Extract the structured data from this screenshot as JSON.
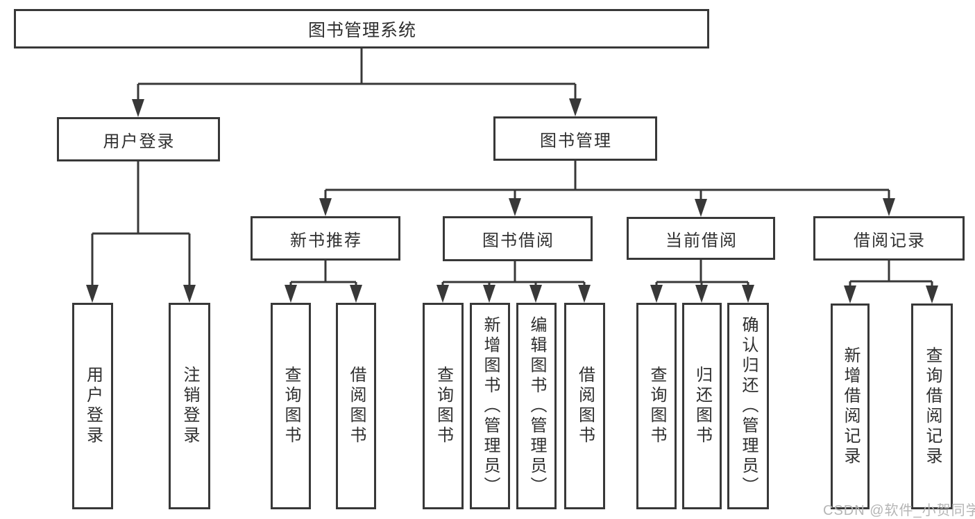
{
  "root": {
    "label": "图书管理系统"
  },
  "level2": [
    {
      "label": "用户登录"
    },
    {
      "label": "图书管理"
    }
  ],
  "level3": [
    {
      "label": "新书推荐",
      "parent": "图书管理"
    },
    {
      "label": "图书借阅",
      "parent": "图书管理"
    },
    {
      "label": "当前借阅",
      "parent": "图书管理"
    },
    {
      "label": "借阅记录",
      "parent": "图书管理"
    }
  ],
  "leaves": [
    {
      "label": "用户登录",
      "parent": "用户登录"
    },
    {
      "label": "注销登录",
      "parent": "用户登录"
    },
    {
      "label": "查询图书",
      "parent": "新书推荐"
    },
    {
      "label": "借阅图书",
      "parent": "新书推荐"
    },
    {
      "label": "查询图书",
      "parent": "图书借阅"
    },
    {
      "label": "新增图书（管理员）",
      "parent": "图书借阅"
    },
    {
      "label": "编辑图书（管理员）",
      "parent": "图书借阅"
    },
    {
      "label": "借阅图书",
      "parent": "图书借阅"
    },
    {
      "label": "查询图书",
      "parent": "当前借阅"
    },
    {
      "label": "归还图书",
      "parent": "当前借阅"
    },
    {
      "label": "确认归还（管理员）",
      "parent": "当前借阅"
    },
    {
      "label": "新增借阅记录",
      "parent": "借阅记录"
    },
    {
      "label": "查询借阅记录",
      "parent": "借阅记录"
    }
  ],
  "watermark": {
    "text": "CSDN @软件_小贺同学"
  },
  "colors": {
    "line": "#383838",
    "text": "#2f2f2f",
    "background": "#ffffff",
    "watermark": "#b5b5b5"
  }
}
